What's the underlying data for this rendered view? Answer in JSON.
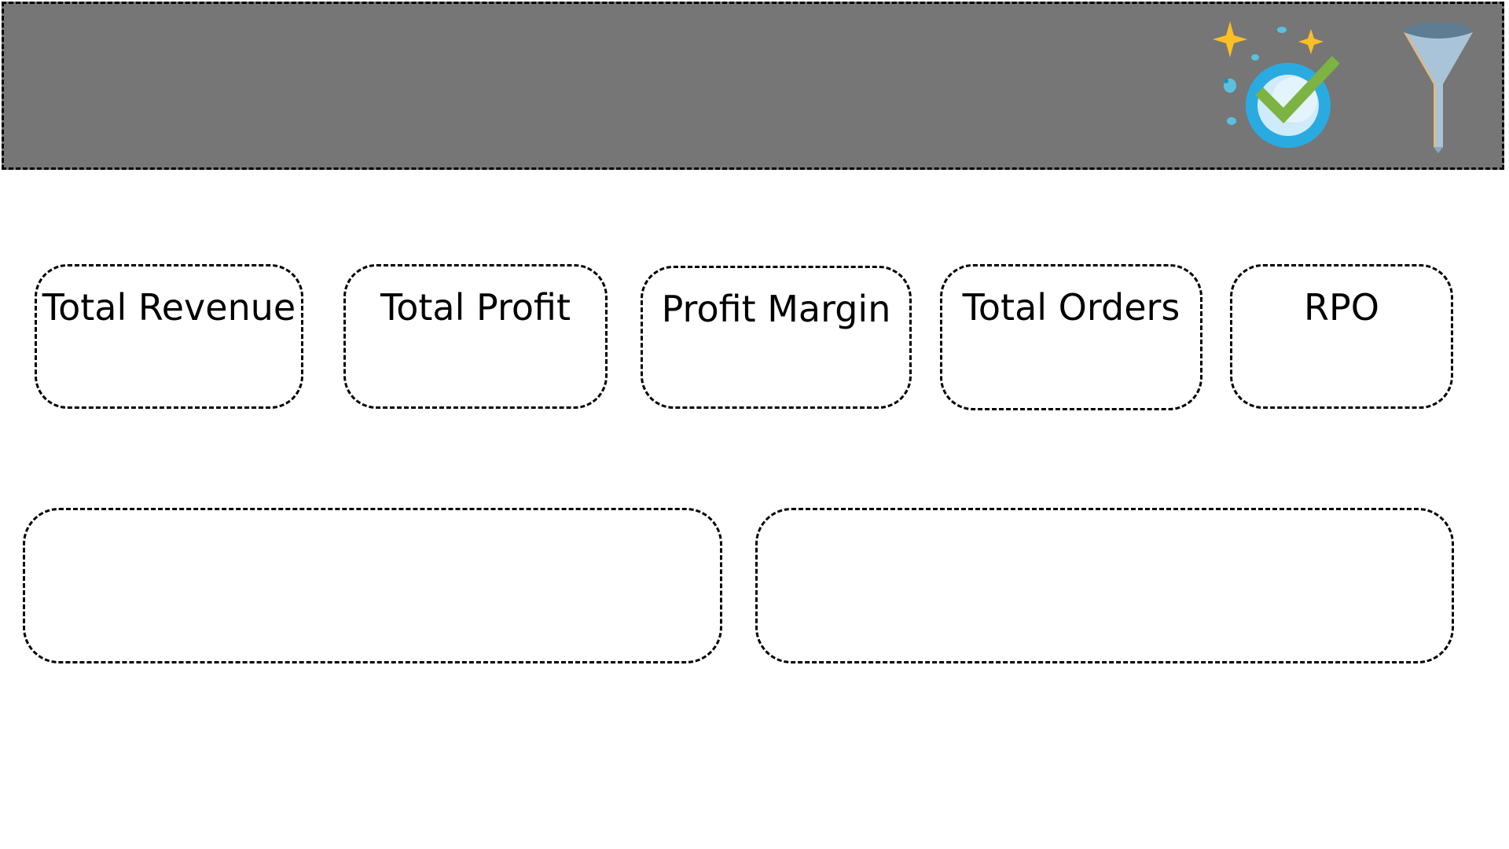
{
  "header": {
    "icons": [
      {
        "name": "clean-data-icon",
        "accent": "#29abe2"
      },
      {
        "name": "filter-funnel-icon",
        "accent": "#a9c4d8"
      }
    ],
    "background": "#767676"
  },
  "kpis": [
    {
      "label": "Total Revenue"
    },
    {
      "label": "Total Profit"
    },
    {
      "label": "Profit Margin"
    },
    {
      "label": "Total Orders"
    },
    {
      "label": "RPO"
    }
  ],
  "colors": {
    "border": "#000000",
    "sparkle": "#fbbf24",
    "check": "#7cb342"
  }
}
